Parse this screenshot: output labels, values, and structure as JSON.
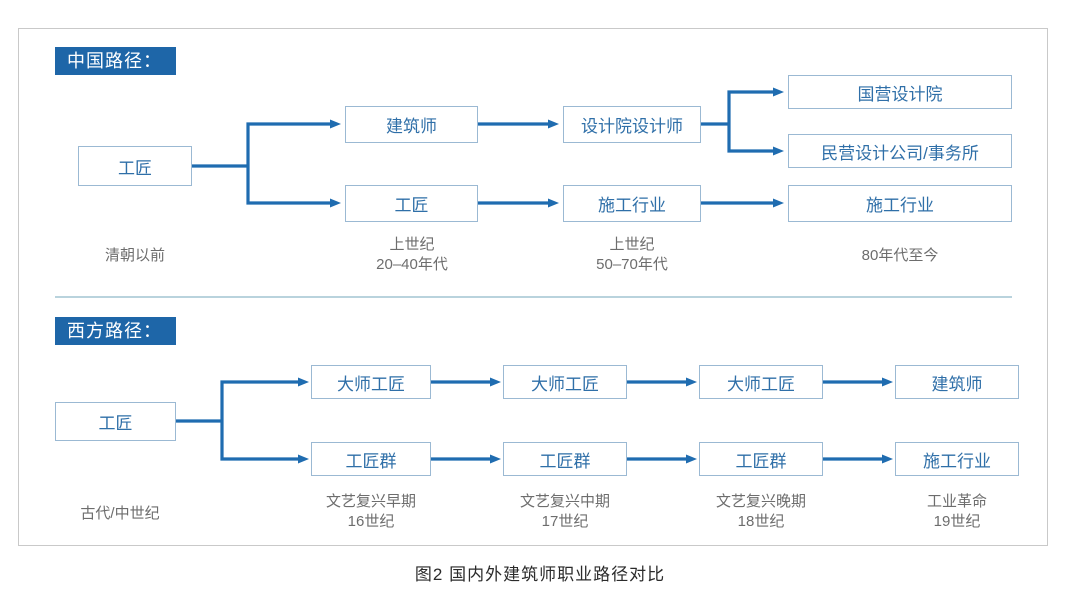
{
  "figure": {
    "caption": "图2  国内外建筑师职业路径对比",
    "accent_color": "#1e66a8",
    "box_border_color": "#9bb9d3",
    "wire_color": "#1f6cb0",
    "divider_color": "#b9d3dd",
    "frame_color": "#c9c9c9",
    "era_text_color": "#6d6d6d"
  },
  "sections": [
    {
      "id": "china",
      "tag_label": "中国路径：",
      "origin": {
        "label": "工匠"
      },
      "nodes": {
        "upper": [
          {
            "label": "建筑师"
          },
          {
            "label": "设计院设计师"
          },
          {
            "label": "国营设计院"
          },
          {
            "label": "民营设计公司/事务所"
          }
        ],
        "lower": [
          {
            "label": "工匠"
          },
          {
            "label": "施工行业"
          },
          {
            "label": "施工行业"
          }
        ]
      },
      "eras": [
        {
          "label": "清朝以前"
        },
        {
          "label": "上世纪\n20–40年代"
        },
        {
          "label": "上世纪\n50–70年代"
        },
        {
          "label": "80年代至今"
        }
      ]
    },
    {
      "id": "west",
      "tag_label": "西方路径：",
      "origin": {
        "label": "工匠"
      },
      "nodes": {
        "upper": [
          {
            "label": "大师工匠"
          },
          {
            "label": "大师工匠"
          },
          {
            "label": "大师工匠"
          },
          {
            "label": "建筑师"
          }
        ],
        "lower": [
          {
            "label": "工匠群"
          },
          {
            "label": "工匠群"
          },
          {
            "label": "工匠群"
          },
          {
            "label": "施工行业"
          }
        ]
      },
      "eras": [
        {
          "label": "古代/中世纪"
        },
        {
          "label": "文艺复兴早期\n16世纪"
        },
        {
          "label": "文艺复兴中期\n17世纪"
        },
        {
          "label": "文艺复兴晚期\n18世纪"
        },
        {
          "label": "工业革命\n19世纪"
        }
      ]
    }
  ]
}
